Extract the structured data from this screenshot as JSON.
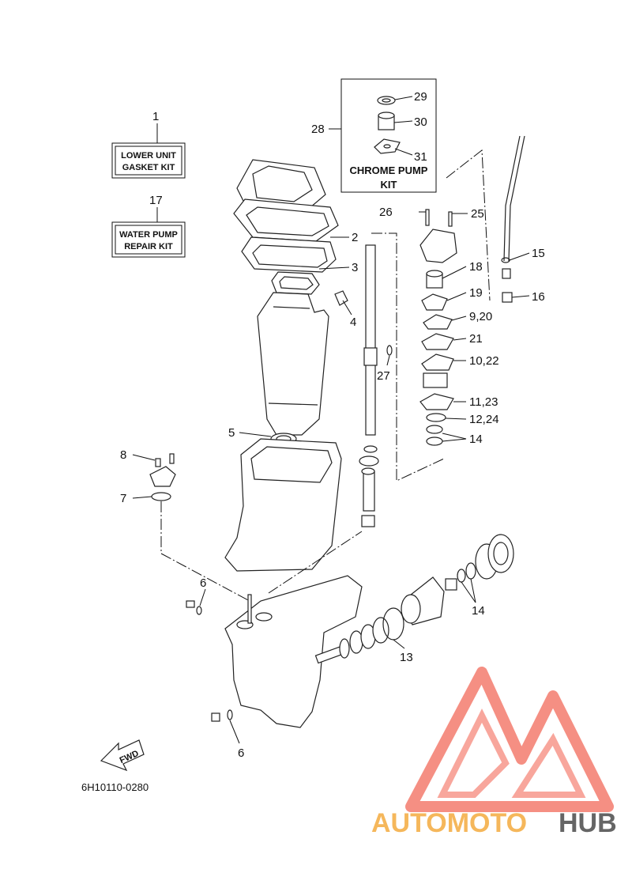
{
  "diagram_code": "6H10110-0280",
  "callouts": {
    "c1": "1",
    "c2": "2",
    "c3": "3",
    "c4": "4",
    "c5": "5",
    "c6a": "6",
    "c6b": "6",
    "c7": "7",
    "c8": "8",
    "c13": "13",
    "c14a": "14",
    "c14b": "14",
    "c15": "15",
    "c16": "16",
    "c17": "17",
    "c18": "18",
    "c19": "19",
    "c9_20": "9,20",
    "c21": "21",
    "c10_22": "10,22",
    "c11_23": "11,23",
    "c12_24": "12,24",
    "c25": "25",
    "c26": "26",
    "c27": "27",
    "c28": "28",
    "c29": "29",
    "c30": "30",
    "c31": "31"
  },
  "kits": {
    "lower_unit_line1": "LOWER UNIT",
    "lower_unit_line2": "GASKET KIT",
    "water_pump_line1": "WATER PUMP",
    "water_pump_line2": "REPAIR KIT",
    "chrome_line1": "CHROME PUMP",
    "chrome_line2": "KIT"
  },
  "fwd_label": "FWD",
  "watermark": {
    "part1": "AUTOMOTO",
    "part2": "HUB",
    "color_primary": "#f26a5a",
    "color_accent": "#f5b04a",
    "color_dark": "#555555"
  }
}
